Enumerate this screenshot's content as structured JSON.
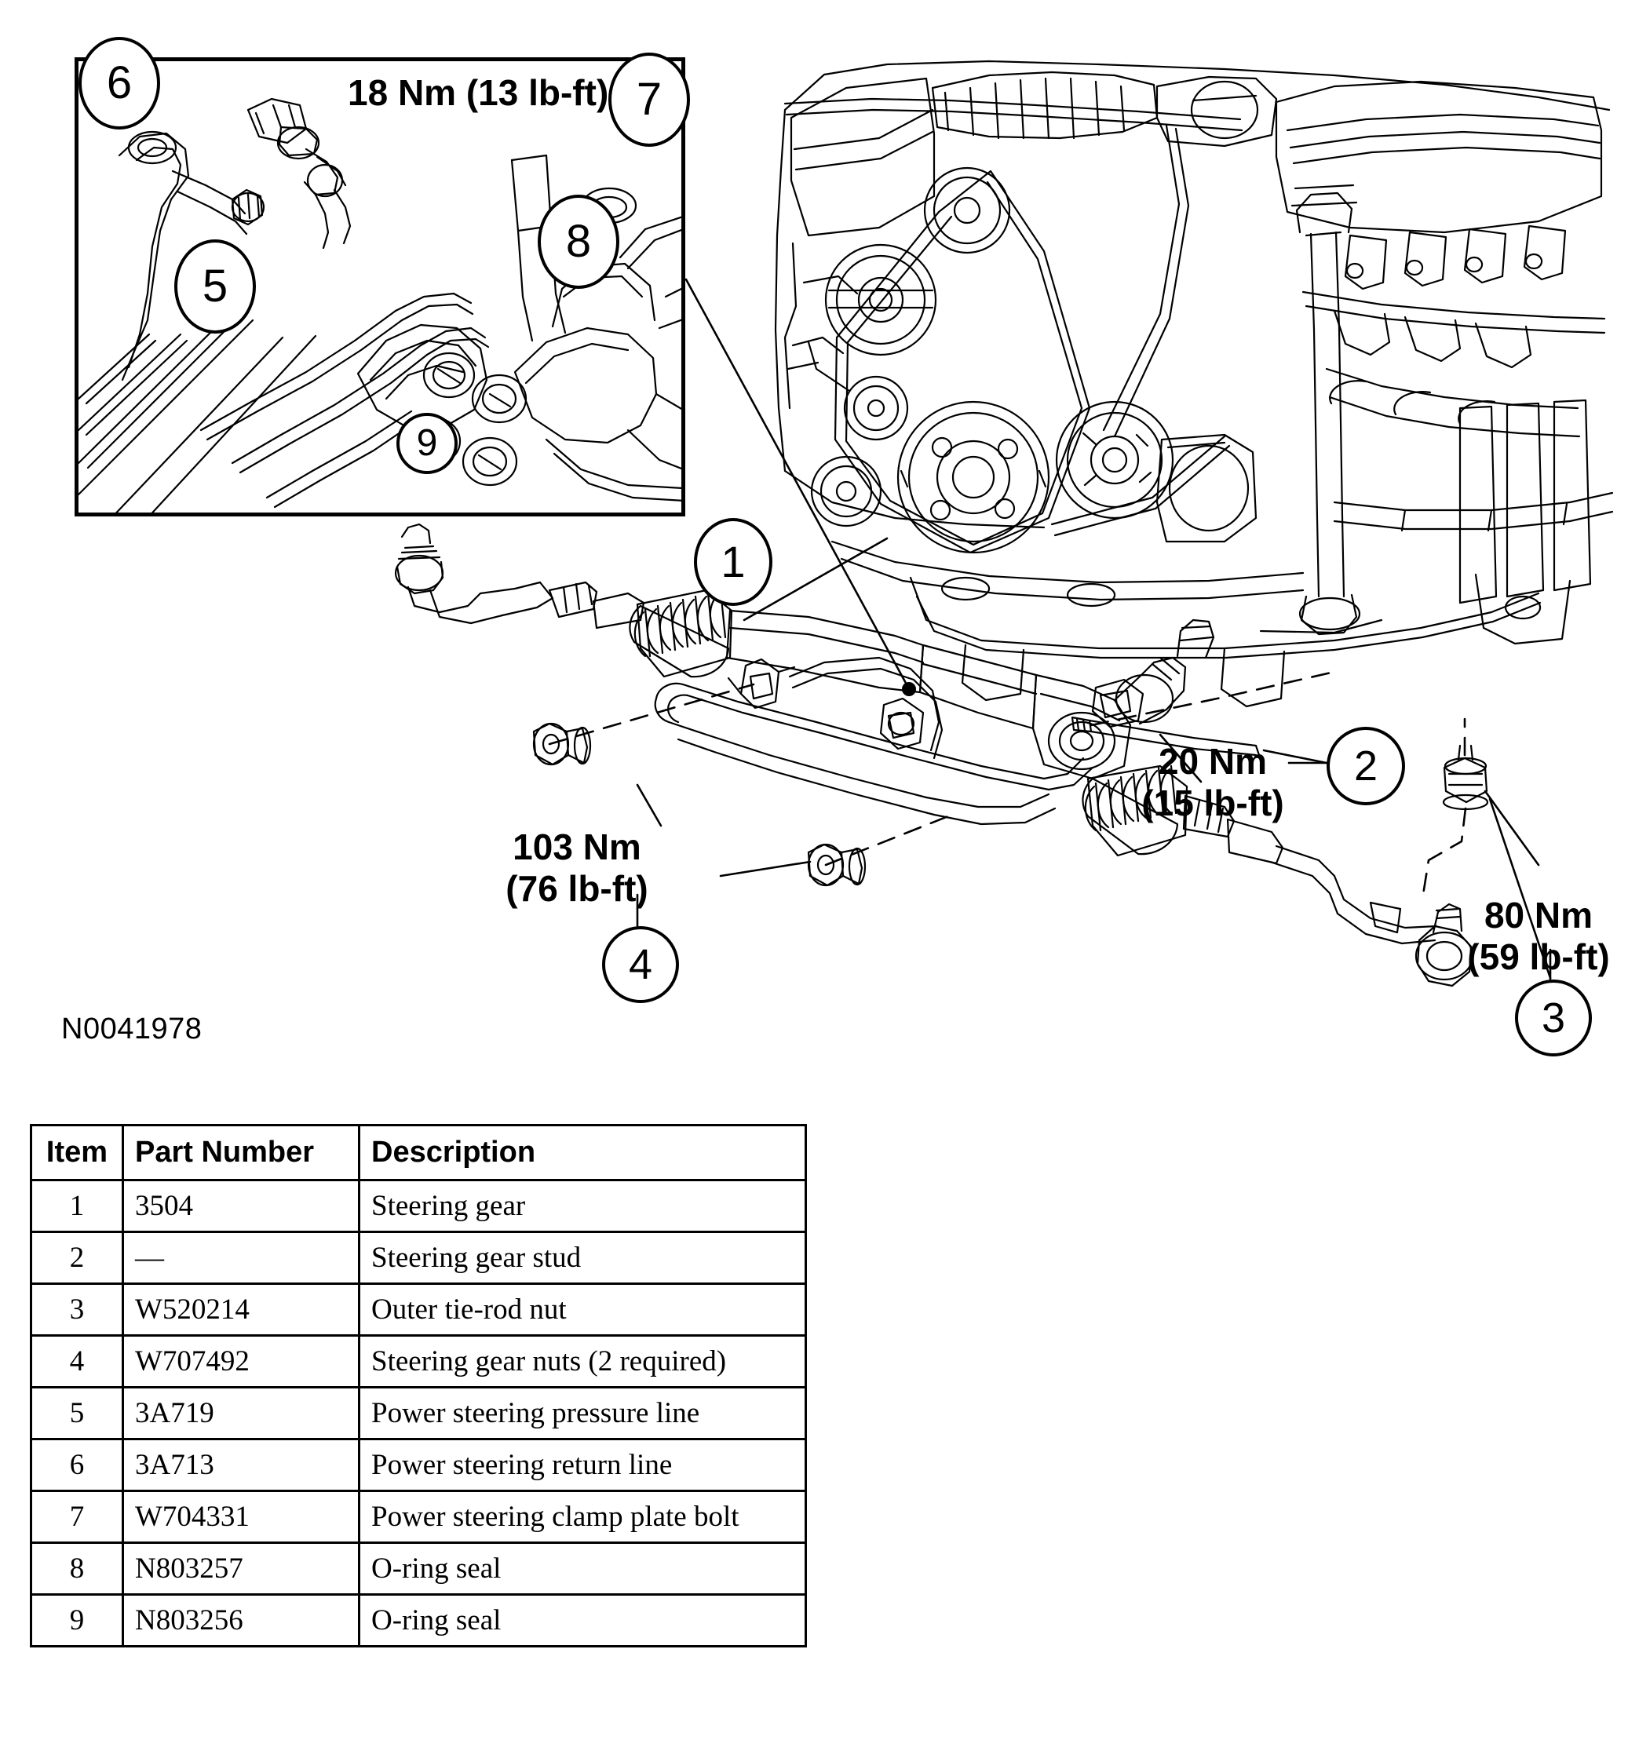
{
  "reference_id": "N0041978",
  "inset": {
    "torque_label": "18 Nm (13 lb-ft)",
    "callouts": [
      {
        "id": "6",
        "label": "6"
      },
      {
        "id": "7",
        "label": "7"
      },
      {
        "id": "8",
        "label": "8"
      },
      {
        "id": "5",
        "label": "5"
      },
      {
        "id": "9",
        "label": "9"
      }
    ]
  },
  "main": {
    "callouts": [
      {
        "id": "1",
        "label": "1"
      },
      {
        "id": "2",
        "label": "2"
      },
      {
        "id": "3",
        "label": "3"
      },
      {
        "id": "4",
        "label": "4"
      }
    ],
    "torques": [
      {
        "id": "t103",
        "line1": "103 Nm",
        "line2": "(76 lb-ft)"
      },
      {
        "id": "t20",
        "line1": "20 Nm",
        "line2": "(15 lb-ft)"
      },
      {
        "id": "t80",
        "line1": "80 Nm",
        "line2": "(59 lb-ft)"
      }
    ]
  },
  "table": {
    "headers": [
      "Item",
      "Part Number",
      "Description"
    ],
    "rows": [
      {
        "item": "1",
        "part": "3504",
        "desc": "Steering gear"
      },
      {
        "item": "2",
        "part": "—",
        "desc": "Steering gear stud"
      },
      {
        "item": "3",
        "part": "W520214",
        "desc": "Outer tie-rod nut"
      },
      {
        "item": "4",
        "part": "W707492",
        "desc": "Steering gear nuts (2 required)"
      },
      {
        "item": "5",
        "part": "3A719",
        "desc": "Power steering pressure line"
      },
      {
        "item": "6",
        "part": "3A713",
        "desc": "Power steering return line"
      },
      {
        "item": "7",
        "part": "W704331",
        "desc": "Power steering clamp plate bolt"
      },
      {
        "item": "8",
        "part": "N803257",
        "desc": "O-ring seal"
      },
      {
        "item": "9",
        "part": "N803256",
        "desc": "O-ring seal"
      }
    ]
  },
  "colors": {
    "ink": "#000000",
    "paper": "#ffffff"
  }
}
